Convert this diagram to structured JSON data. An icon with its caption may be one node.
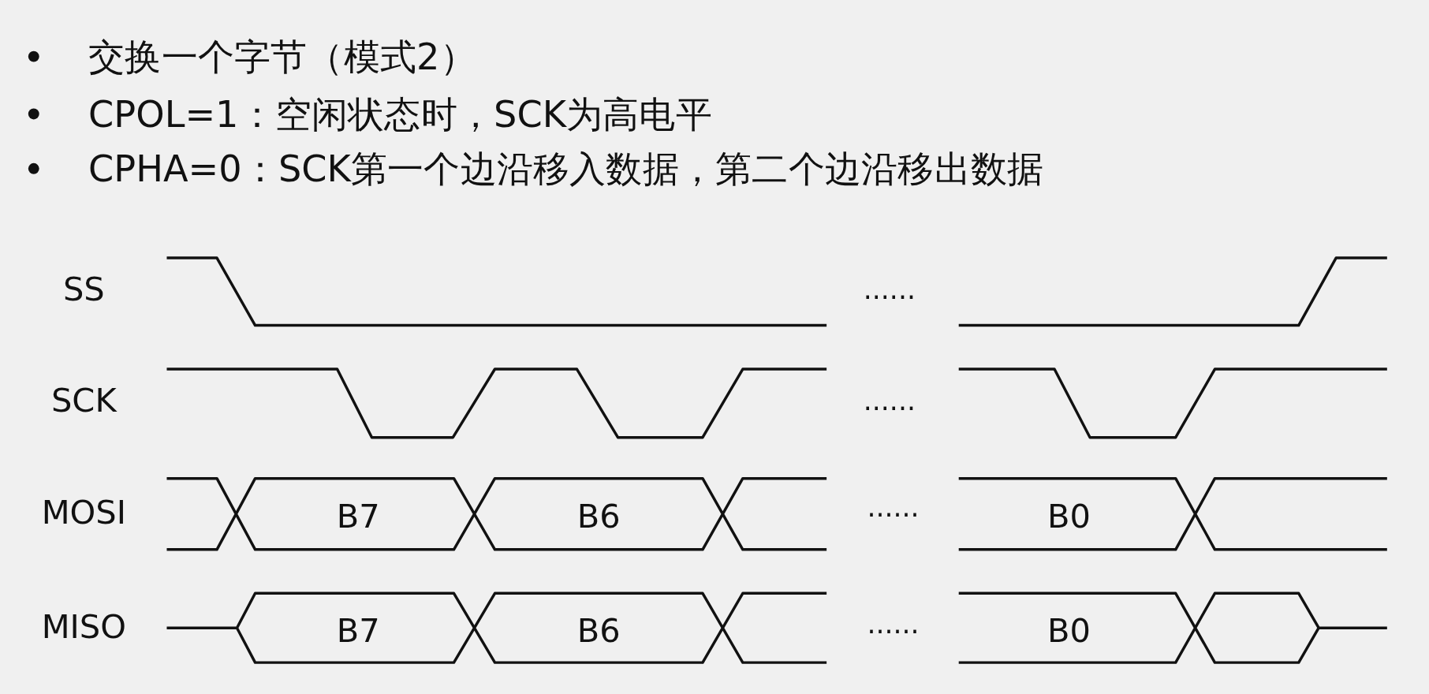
{
  "diagram": {
    "labels": [
      "交换一个字节（模式2）",
      "CPOL=1：空闲状态时，SCK为高电平",
      "CPHA=0：SCK第一个边沿移入数据，第二个边沿移出数据",
      "SS",
      "......",
      "SCK",
      "......",
      "MOSI",
      "B7",
      "B6",
      "......",
      "B0",
      "MISO",
      "B7",
      "B6",
      "......",
      "B0"
    ]
  }
}
